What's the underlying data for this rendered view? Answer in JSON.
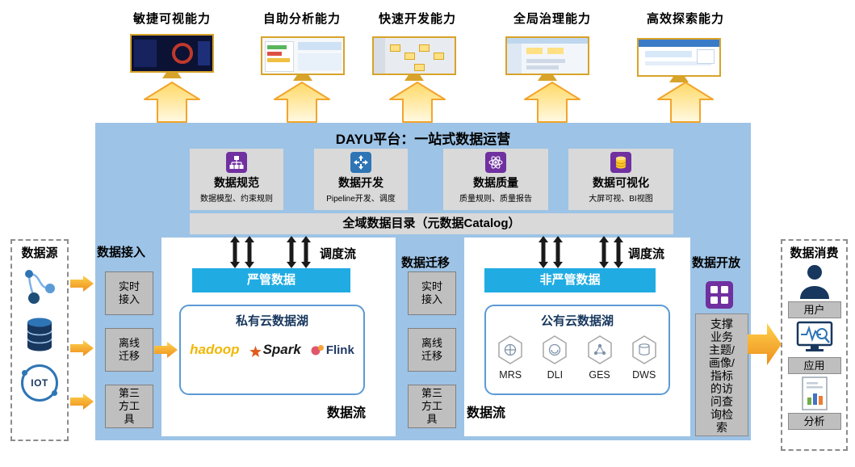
{
  "capabilities": [
    "敏捷可视能力",
    "自助分析能力",
    "快速开发能力",
    "全局治理能力",
    "高效探索能力"
  ],
  "platform": {
    "title": "DAYU平台：一站式数据运营",
    "modules": [
      {
        "name": "数据规范",
        "subtitle": "数据模型、约束规则",
        "icon": "sitemap-icon",
        "icon_bg": "#7030A0"
      },
      {
        "name": "数据开发",
        "subtitle": "Pipeline开发、调度",
        "icon": "expand-arrows-icon",
        "icon_bg": "#2E75B6"
      },
      {
        "name": "数据质量",
        "subtitle": "质量规则、质量报告",
        "icon": "atom-icon",
        "icon_bg": "#7030A0"
      },
      {
        "name": "数据可视化",
        "subtitle": "大屏可视、BI视图",
        "icon": "database-icon",
        "icon_bg": "#7030A0"
      }
    ],
    "catalog_bar": "全域数据目录（元数据Catalog）",
    "scheduling_flow": "调度流",
    "data_flow": "数据流",
    "strict_data": "严管数据",
    "non_strict_data": "非严管数据"
  },
  "ingest": {
    "title": "数据接入",
    "items": [
      "实时接入",
      "离线迁移",
      "第三方工具"
    ]
  },
  "migration": {
    "title": "数据迁移",
    "items": [
      "实时接入",
      "离线迁移",
      "第三方工具"
    ]
  },
  "private_lake": {
    "title": "私有云数据湖",
    "logos": [
      "hadoop",
      "Spark",
      "Flink"
    ]
  },
  "public_lake": {
    "title": "公有云数据湖",
    "services": [
      "MRS",
      "DLI",
      "GES",
      "DWS"
    ]
  },
  "open": {
    "title": "数据开放",
    "icon": "app-grid-icon",
    "description": "支撑业务主题/画像/指标的访问查询检索"
  },
  "source": {
    "title": "数据源",
    "iot_label": "IOT",
    "icons": [
      "flow-nodes-icon",
      "database-stack-icon",
      "iot-circle-icon"
    ]
  },
  "consumption": {
    "title": "数据消费",
    "items": [
      "用户",
      "应用",
      "分析"
    ],
    "icons": [
      "user-icon",
      "monitor-pulse-icon",
      "bar-chart-icon"
    ]
  },
  "colors": {
    "platform_bg": "#9DC3E6",
    "accent_blue": "#20ACE3",
    "arrow_orange": "#F2A42C",
    "module_purple": "#7030A0",
    "module_blue": "#2E75B6",
    "box_gray": "#BFBFBF",
    "bar_gray": "#D9D9D9"
  }
}
